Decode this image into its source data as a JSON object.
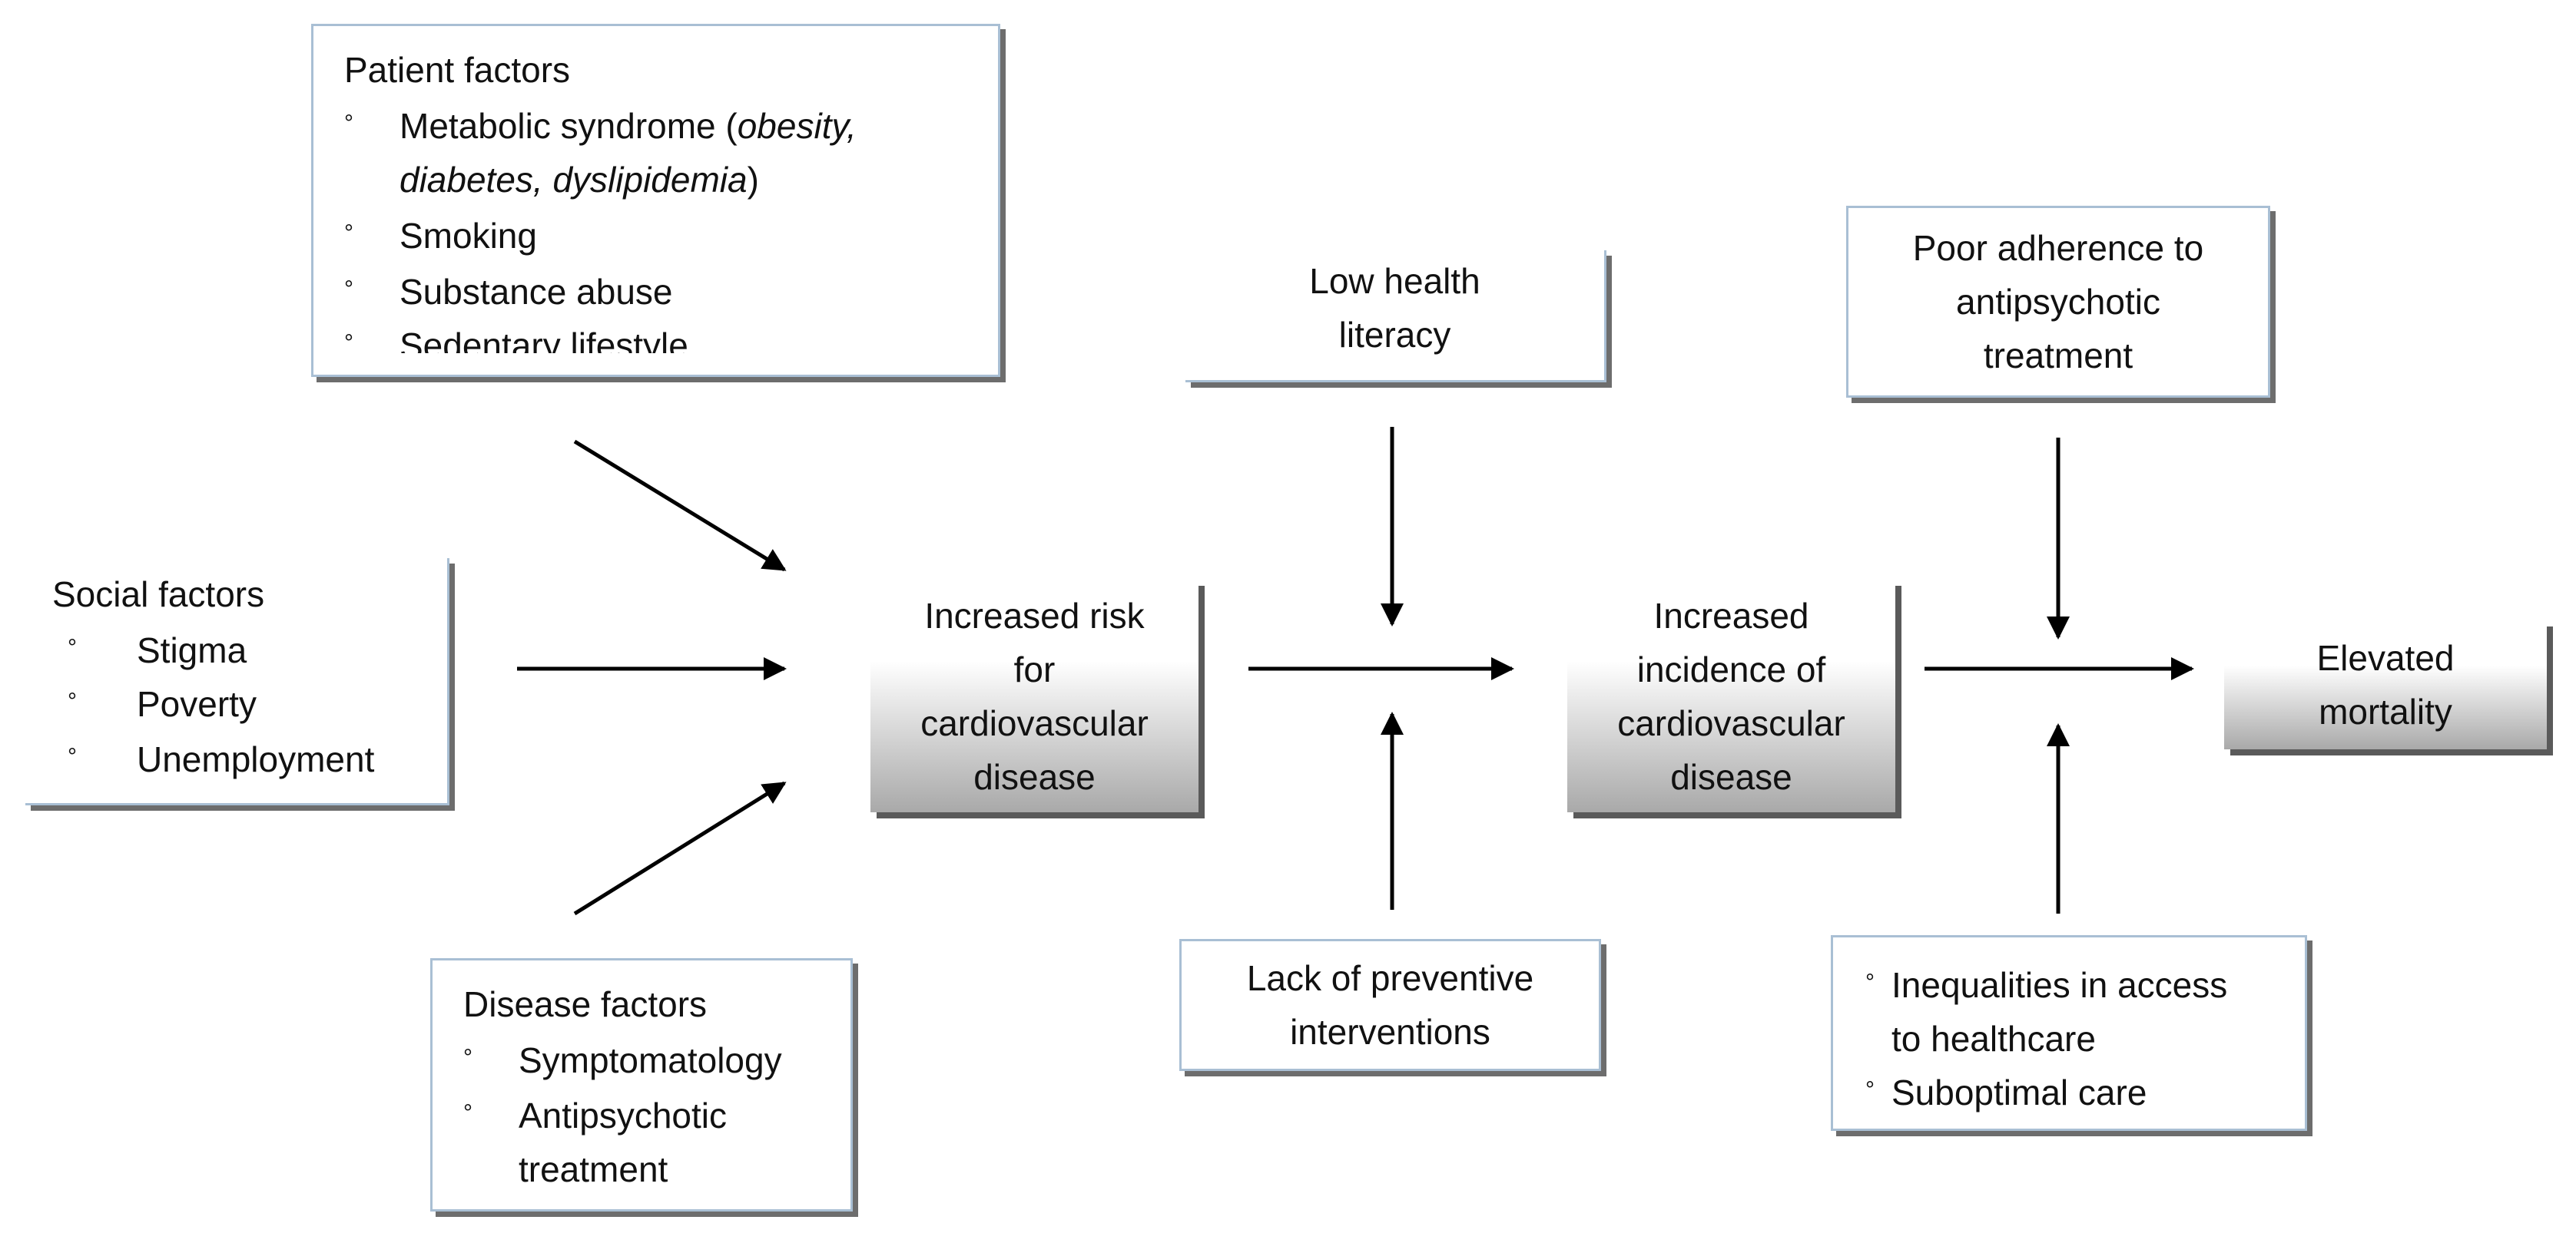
{
  "patient_factors": {
    "heading": "Patient factors",
    "item_1_before": "Metabolic syndrome (",
    "item_1_italic": "obesity,",
    "item_1_line2_italic": "diabetes, dyslipidemia",
    "item_1_after": ")",
    "items": [
      "Smoking",
      "Substance abuse",
      "Sedentary lifestyle"
    ]
  },
  "social_factors": {
    "heading": "Social factors",
    "items": [
      "Stigma",
      "Poverty",
      "Unemployment"
    ]
  },
  "disease_factors": {
    "heading": "Disease factors",
    "items": [
      "Symptomatology",
      "Antipsychotic",
      "treatment"
    ]
  },
  "increased_risk": {
    "lines": [
      "Increased risk",
      "for",
      "cardiovascular",
      "disease"
    ]
  },
  "low_health_literacy": {
    "lines": [
      "Low health",
      "literacy"
    ]
  },
  "lack_of_preventive": {
    "lines": [
      "Lack of preventive",
      "interventions"
    ]
  },
  "increased_incidence": {
    "lines": [
      "Increased",
      "incidence of",
      "cardiovascular",
      "disease"
    ]
  },
  "poor_adherence": {
    "lines": [
      "Poor adherence to",
      "antipsychotic",
      "treatment"
    ]
  },
  "inequalities": {
    "items": [
      "Inequalities in access",
      "to healthcare",
      "Suboptimal care"
    ]
  },
  "elevated_mortality": {
    "lines": [
      "Elevated",
      "mortality"
    ]
  },
  "bullet_glyph": "°",
  "colors": {
    "box_border": "#a9bfd4",
    "shadow": "#6d6d6d",
    "gradient_end": "#a9a9a9",
    "arrow": "#000000"
  }
}
